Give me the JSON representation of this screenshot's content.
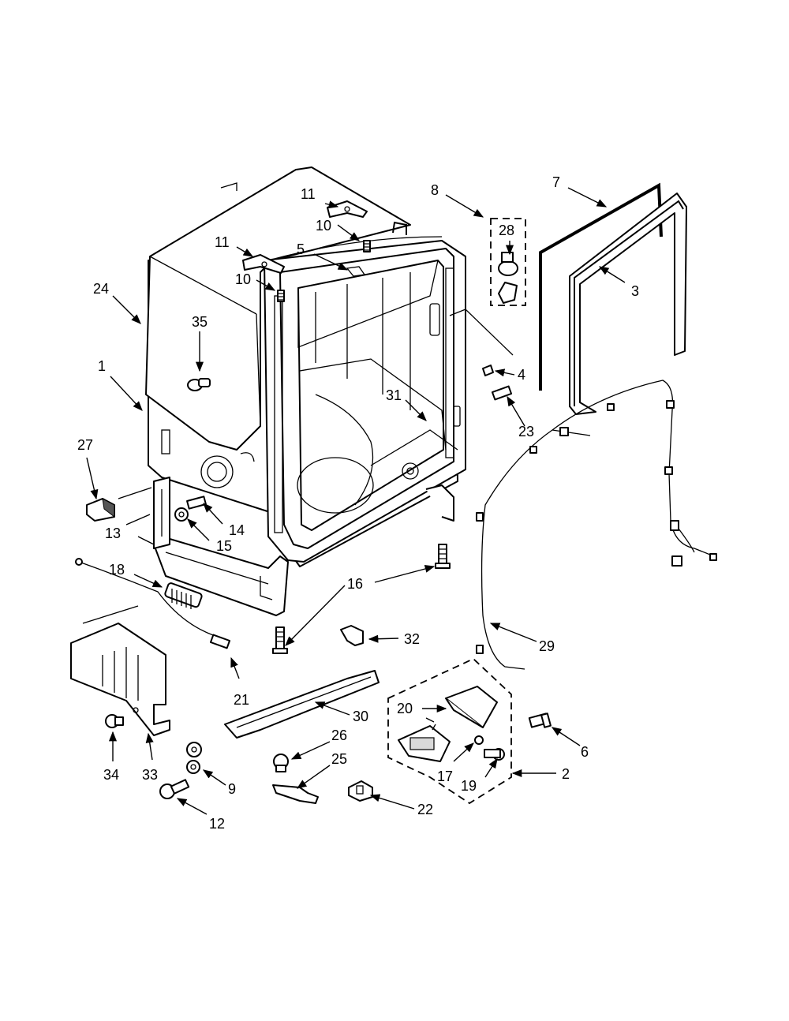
{
  "diagram": {
    "callouts": {
      "c1": "1",
      "c2": "2",
      "c3": "3",
      "c4": "4",
      "c5": "5",
      "c6": "6",
      "c7": "7",
      "c8": "8",
      "c9": "9",
      "c10a": "10",
      "c10b": "10",
      "c11a": "11",
      "c11b": "11",
      "c12": "12",
      "c13": "13",
      "c14": "14",
      "c15": "15",
      "c16": "16",
      "c17": "17",
      "c18": "18",
      "c19": "19",
      "c20": "20",
      "c21": "21",
      "c22": "22",
      "c23": "23",
      "c24": "24",
      "c25": "25",
      "c26": "26",
      "c27": "27",
      "c28": "28",
      "c29": "29",
      "c30": "30",
      "c31": "31",
      "c32": "32",
      "c33": "33",
      "c34": "34",
      "c35": "35"
    }
  }
}
